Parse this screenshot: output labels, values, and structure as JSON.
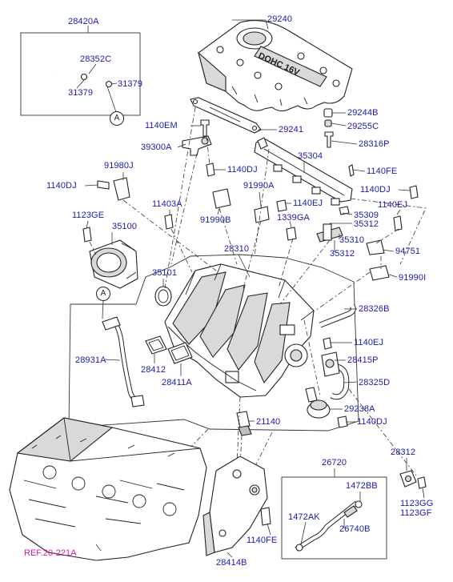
{
  "parts": {
    "p28420A": "28420A",
    "p28352C": "28352C",
    "p31379a": "31379",
    "p31379b": "31379",
    "p29240": "29240",
    "p29244B": "29244B",
    "p29255C": "29255C",
    "p28316P": "28316P",
    "p1140EM": "1140EM",
    "p29241": "29241",
    "p39300A": "39300A",
    "p35304": "35304",
    "p91980J": "91980J",
    "p1140DJa": "1140DJ",
    "p1140FEa": "1140FE",
    "p1140DJb": "1140DJ",
    "p91990A": "91990A",
    "p11403A": "11403A",
    "p1140EJa": "1140EJ",
    "p1140DJc": "1140DJ",
    "p1140EJb": "1140EJ",
    "p35309": "35309",
    "p35312a": "35312",
    "p1123GE": "1123GE",
    "p91990B": "91990B",
    "p1339GA": "1339GA",
    "p35100": "35100",
    "p35310": "35310",
    "p94751": "94751",
    "p28310": "28310",
    "p35312b": "35312",
    "p91990I": "91990I",
    "p35101": "35101",
    "p28326B": "28326B",
    "p1140EJc": "1140EJ",
    "p28931A": "28931A",
    "p28415P": "28415P",
    "p28412": "28412",
    "p28411A": "28411A",
    "p28325D": "28325D",
    "p29238A": "29238A",
    "p1140DJd": "1140DJ",
    "p21140": "21140",
    "p28312": "28312",
    "p26720": "26720",
    "p1472BB": "1472BB",
    "p1472AK": "1472AK",
    "p26740B": "26740B",
    "p1123GG": "1123GG",
    "p1123GF": "1123GF",
    "p1140FEb": "1140FE",
    "p28414B": "28414B"
  },
  "cover_text": "DOHC 16V",
  "callouts": {
    "a1": "A",
    "a2": "A"
  },
  "reference": "REF.20-221A",
  "colors": {
    "part_number": "#1a1aa8",
    "reference": "#d21aa0",
    "line": "#222222"
  }
}
